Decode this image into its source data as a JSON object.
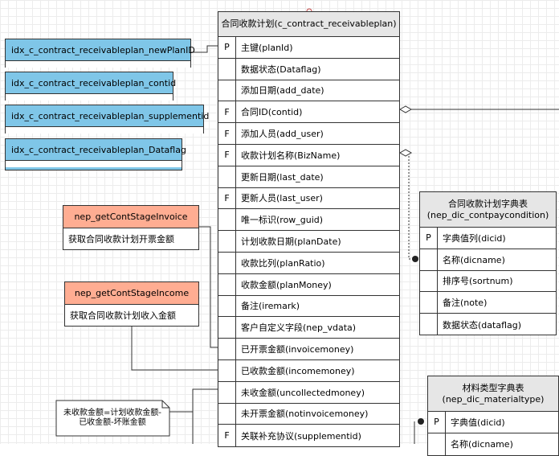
{
  "main_entity": {
    "title": "合同收款计划(c_contract_receivableplan)",
    "fields": [
      {
        "key": "P",
        "name": "主键(planId)"
      },
      {
        "key": "",
        "name": "数据状态(Dataflag)"
      },
      {
        "key": "",
        "name": "添加日期(add_date)"
      },
      {
        "key": "F",
        "name": "合同ID(contid)"
      },
      {
        "key": "F",
        "name": "添加人员(add_user)"
      },
      {
        "key": "F",
        "name": "收款计划名称(BizName)"
      },
      {
        "key": "",
        "name": "更新日期(last_date)"
      },
      {
        "key": "F",
        "name": "更新人员(last_user)"
      },
      {
        "key": "",
        "name": "唯一标识(row_guid)"
      },
      {
        "key": "",
        "name": "计划收款日期(planDate)"
      },
      {
        "key": "",
        "name": "收款比列(planRatio)"
      },
      {
        "key": "",
        "name": "收款金额(planMoney)"
      },
      {
        "key": "",
        "name": "备注(iremark)"
      },
      {
        "key": "",
        "name": "客户自定义字段(nep_vdata)"
      },
      {
        "key": "",
        "name": "已开票金额(invoicemoney)"
      },
      {
        "key": "",
        "name": "已收款金额(incomemoney)"
      },
      {
        "key": "",
        "name": "未收金额(uncollectedmoney)"
      },
      {
        "key": "",
        "name": "未开票金额(notinvoicemoney)"
      },
      {
        "key": "F",
        "name": "关联补充协议(supplementid)"
      }
    ]
  },
  "indexes": [
    "idx_c_contract_receivableplan_newPlanID",
    "idx_c_contract_receivableplan_contid",
    "idx_c_contract_receivableplan_supplementid",
    "idx_c_contract_receivableplan_Dataflag"
  ],
  "procedures": [
    {
      "title": "nep_getContStageInvoice",
      "description": "获取合同收款计划开票金额"
    },
    {
      "title": "nep_getContStageIncome",
      "description": "获取合同收款计划收入金额"
    }
  ],
  "dict_entity": {
    "title_line1": "合同收款计划字典表",
    "title_line2": "(nep_dic_contpaycondition)",
    "fields": [
      {
        "key": "P",
        "name": "字典值列(dicid)"
      },
      {
        "key": "",
        "name": "名称(dicname)"
      },
      {
        "key": "",
        "name": "排序号(sortnum)"
      },
      {
        "key": "",
        "name": "备注(note)"
      },
      {
        "key": "",
        "name": "数据状态(dataflag)"
      }
    ]
  },
  "material_entity": {
    "title_line1": "材料类型字典表",
    "title_line2": "(nep_dic_materialtype)",
    "fields": [
      {
        "key": "P",
        "name": "字典值(dicid)"
      },
      {
        "key": "",
        "name": "名称(dicname)"
      }
    ]
  },
  "note": {
    "line1": "未收款金额=计划收款金额-",
    "line2": "已收金额-坏账金额"
  }
}
